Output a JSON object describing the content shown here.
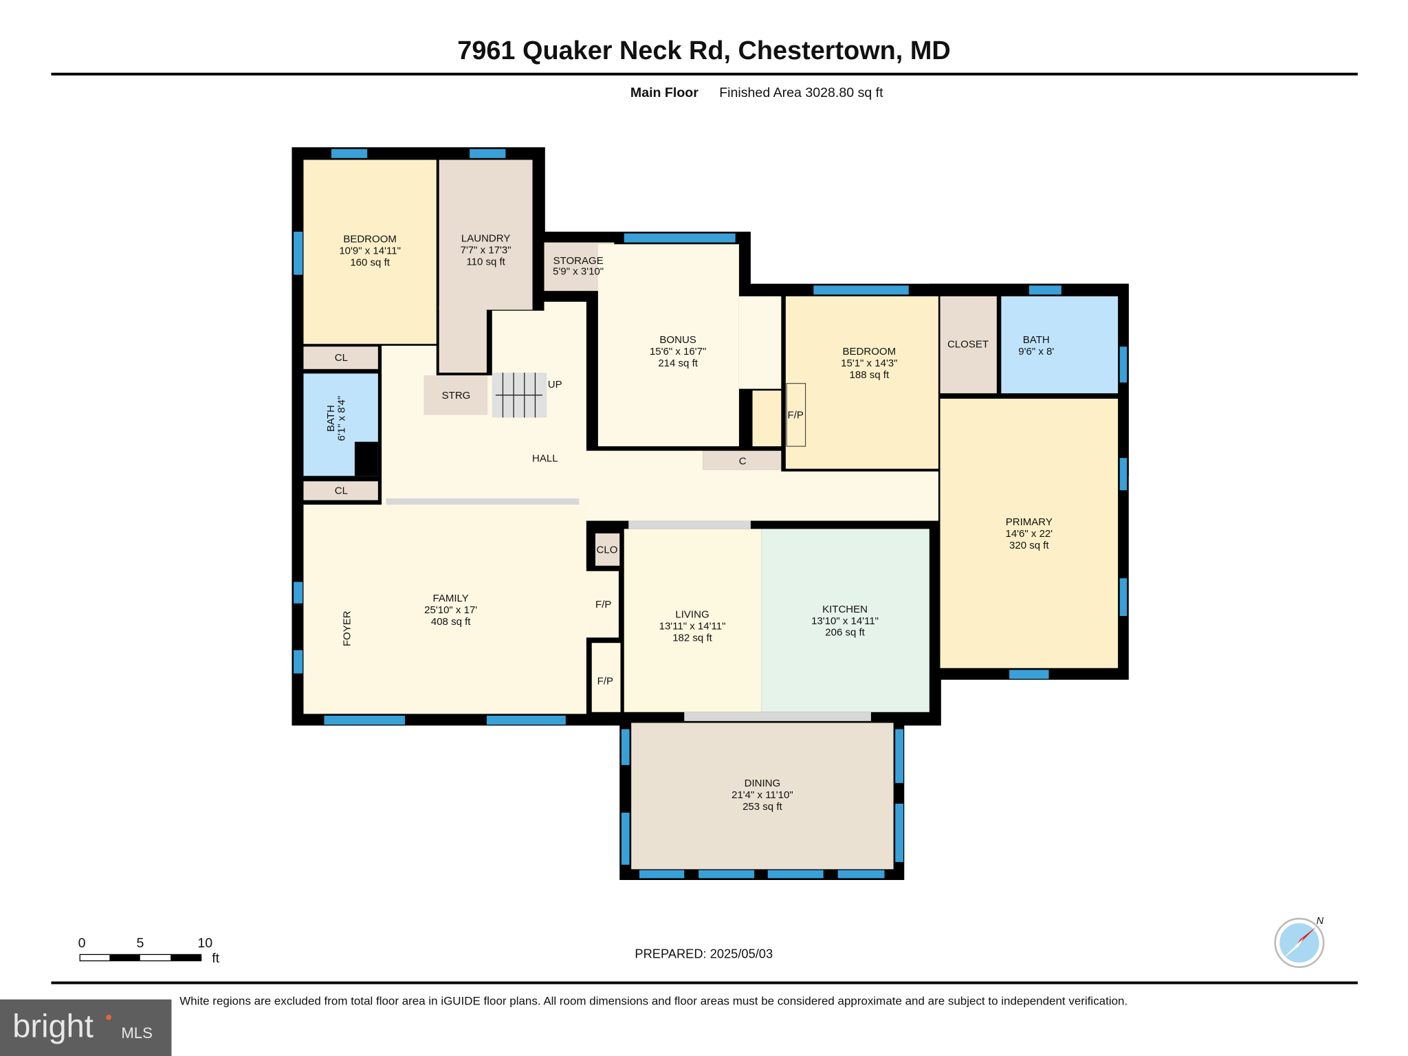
{
  "header": {
    "title": "7961 Quaker Neck Rd, Chestertown, MD",
    "floor_label": "Main Floor",
    "finished_area": "Finished Area 3028.80 sq ft"
  },
  "rooms": {
    "bedroom1": {
      "name": "BEDROOM",
      "dims": "10'9\" x 14'11\"",
      "area": "160 sq ft"
    },
    "laundry": {
      "name": "LAUNDRY",
      "dims": "7'7\" x 17'3\"",
      "area": "110 sq ft"
    },
    "storage": {
      "name": "STORAGE",
      "dims": "5'9\" x 3'10\""
    },
    "bonus": {
      "name": "BONUS",
      "dims": "15'6\" x 16'7\"",
      "area": "214 sq ft"
    },
    "bedroom2": {
      "name": "BEDROOM",
      "dims": "15'1\" x 14'3\"",
      "area": "188 sq ft"
    },
    "closet": {
      "name": "CLOSET"
    },
    "bath2": {
      "name": "BATH",
      "dims": "9'6\" x 8'"
    },
    "primary": {
      "name": "PRIMARY",
      "dims": "14'6\" x 22'",
      "area": "320 sq ft"
    },
    "cl1": {
      "name": "CL"
    },
    "bath1": {
      "name": "BATH",
      "dims": "6'1\" x 8'4\""
    },
    "cl2": {
      "name": "CL"
    },
    "strg": {
      "name": "STRG"
    },
    "stairs": {
      "name": "UP"
    },
    "hall": {
      "name": "HALL"
    },
    "c": {
      "name": "C"
    },
    "fp_bedroom": {
      "name": "F/P"
    },
    "family": {
      "name": "FAMILY",
      "dims": "25'10\" x 17'",
      "area": "408 sq ft"
    },
    "foyer": {
      "name": "FOYER"
    },
    "clo": {
      "name": "CLO"
    },
    "fp1": {
      "name": "F/P"
    },
    "fp2": {
      "name": "F/P"
    },
    "living": {
      "name": "LIVING",
      "dims": "13'11\" x 14'11\"",
      "area": "182 sq ft"
    },
    "kitchen": {
      "name": "KITCHEN",
      "dims": "13'10\" x 14'11\"",
      "area": "206 sq ft"
    },
    "dining": {
      "name": "DINING",
      "dims": "21'4\" x 11'10\"",
      "area": "253 sq ft"
    }
  },
  "colors": {
    "bedroom": "#fdf0c8",
    "utility": "#e8ddd0",
    "bath": "#bfe3fb",
    "hall": "#fef9e6",
    "kitchen": "#e6f3ea",
    "dining": "#ebe1d3",
    "window": "#3aa0d8"
  },
  "scale": {
    "ticks": [
      "0",
      "5",
      "10"
    ],
    "unit": "ft"
  },
  "compass": {
    "label": "N",
    "icon": "compass-icon"
  },
  "footer": {
    "prepared": "PREPARED: 2025/05/03",
    "disclaimer": "White regions are excluded from total floor area in iGUIDE floor plans. All room dimensions and floor areas must be considered approximate and are subject to independent verification.",
    "logo": "bright MLS"
  }
}
